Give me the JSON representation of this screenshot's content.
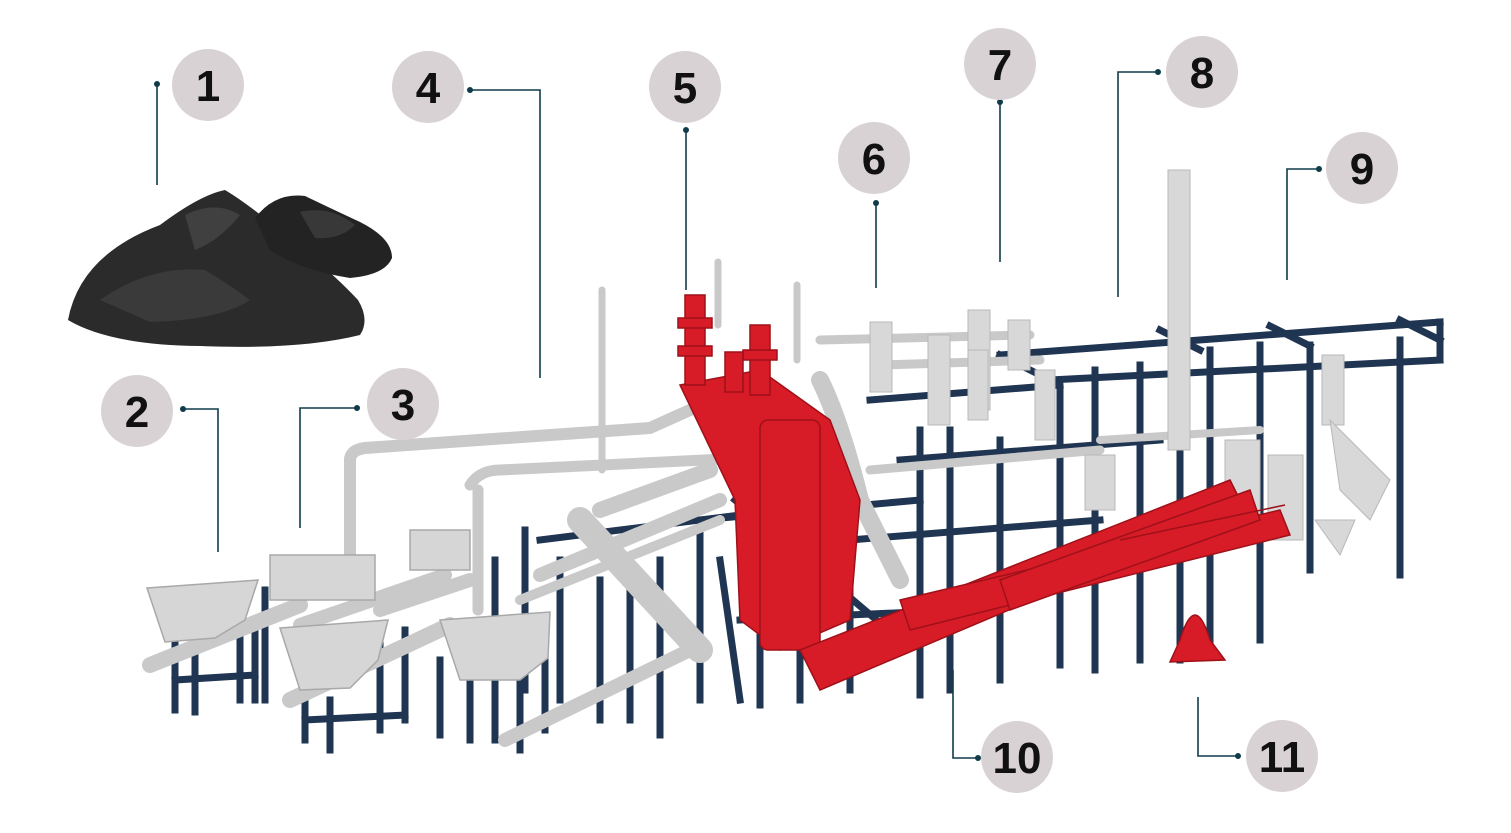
{
  "colors": {
    "background": "#ffffff",
    "badge_fill": "#d9d2d5",
    "leader_line": "#0f3b4a",
    "frame_steel": "#1f3552",
    "hot_equipment": "#d71b27",
    "pipework": "#d9d9d9",
    "coal_pile": "#2d2d2d"
  },
  "diagram": {
    "subject": "coal processing plant",
    "callouts": [
      {
        "id": "c1",
        "label": "1"
      },
      {
        "id": "c2",
        "label": "2"
      },
      {
        "id": "c3",
        "label": "3"
      },
      {
        "id": "c4",
        "label": "4"
      },
      {
        "id": "c5",
        "label": "5"
      },
      {
        "id": "c6",
        "label": "6"
      },
      {
        "id": "c7",
        "label": "7"
      },
      {
        "id": "c8",
        "label": "8"
      },
      {
        "id": "c9",
        "label": "9"
      },
      {
        "id": "c10",
        "label": "10"
      },
      {
        "id": "c11",
        "label": "11"
      }
    ]
  }
}
